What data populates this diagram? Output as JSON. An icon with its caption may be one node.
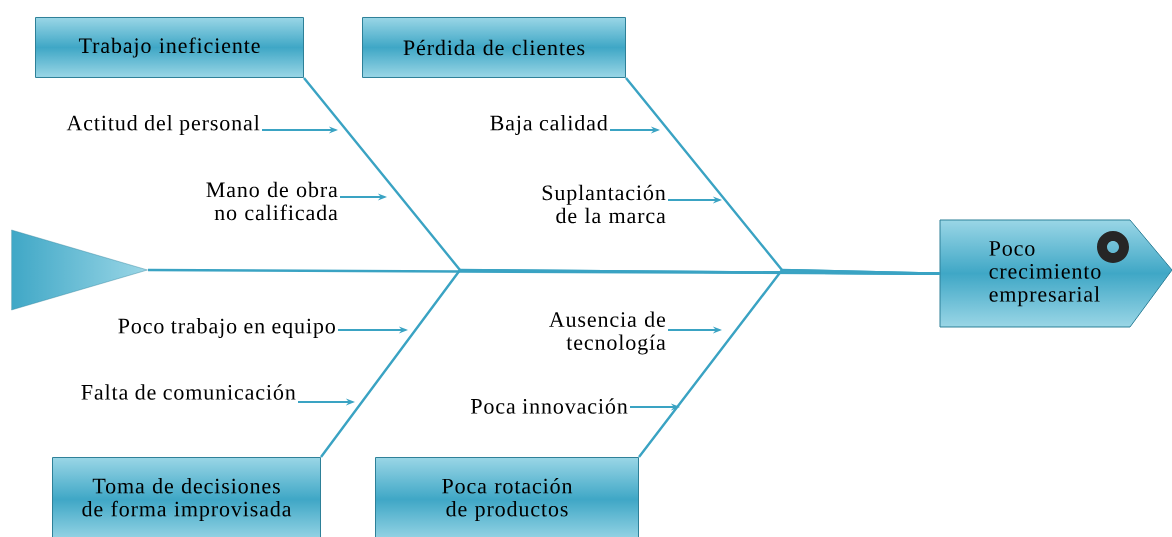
{
  "diagram": {
    "nodes": [
      {
        "text": [
          "Trabajo ineficiente"
        ]
      },
      {
        "text": [
          "Pérdida de clientes"
        ]
      },
      {
        "text": [
          "Actitud del personal"
        ]
      },
      {
        "text": [
          "Baja calidad"
        ]
      },
      {
        "text": [
          "Mano de obra no calificada"
        ]
      },
      {
        "text": [
          "Suplantación de la marca"
        ]
      },
      {
        "text": [],
        "shape": "triangle"
      },
      {
        "text": [
          "Poco crecimiento empresarial"
        ]
      },
      {
        "text": [
          "Poco trabajo en equipo"
        ]
      },
      {
        "text": [
          "Ausencia de tecnología"
        ]
      },
      {
        "text": [
          "Falta de comunicación"
        ]
      },
      {
        "text": [
          "Poca innovación"
        ]
      },
      {
        "text": [
          "Toma de decisiones de forma improvisada"
        ]
      },
      {
        "text": [
          "Poca rotación de productos"
        ]
      }
    ],
    "edges": [
      {
        "from": 6,
        "to": 7,
        "arrow": "none"
      },
      {
        "from": 0,
        "to": 7,
        "arrow": "none"
      },
      {
        "from": 1,
        "to": 7,
        "arrow": "none"
      },
      {
        "from": 12,
        "to": 7,
        "arrow": "none"
      },
      {
        "from": 13,
        "to": 7,
        "arrow": "none"
      },
      {
        "from": 2,
        "to": null,
        "arrow": "to"
      },
      {
        "from": 4,
        "to": null,
        "arrow": "to"
      },
      {
        "from": 3,
        "to": null,
        "arrow": "to"
      },
      {
        "from": 5,
        "to": null,
        "arrow": "to"
      },
      {
        "from": 8,
        "to": null,
        "arrow": "to"
      },
      {
        "from": 10,
        "to": null,
        "arrow": "to"
      },
      {
        "from": 9,
        "to": null,
        "arrow": "to"
      },
      {
        "from": 11,
        "to": null,
        "arrow": "to"
      }
    ]
  }
}
